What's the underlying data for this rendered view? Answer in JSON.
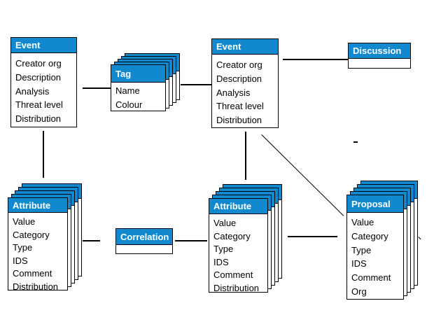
{
  "colors": {
    "header_bg": "#1289ce",
    "header_text": "#ffffff",
    "border": "#000000",
    "body_bg": "#ffffff",
    "connector": "#000000"
  },
  "entities": {
    "event_left": {
      "title": "Event",
      "fields": [
        "Creator org",
        "Description",
        "Analysis",
        "Threat level",
        "Distribution"
      ]
    },
    "tag": {
      "title": "Tag",
      "fields": [
        "Name",
        "Colour"
      ]
    },
    "event_center": {
      "title": "Event",
      "fields": [
        "Creator org",
        "Description",
        "Analysis",
        "Threat level",
        "Distribution"
      ]
    },
    "discussion": {
      "title": "Discussion"
    },
    "attribute_left": {
      "title": "Attribute",
      "fields": [
        "Value",
        "Category",
        "Type",
        "IDS",
        "Comment",
        "Distribution"
      ]
    },
    "correlation": {
      "title": "Correlation"
    },
    "attribute_center": {
      "title": "Attribute",
      "fields": [
        "Value",
        "Category",
        "Type",
        "IDS",
        "Comment",
        "Distribution"
      ]
    },
    "proposal": {
      "title": "Proposal",
      "fields": [
        "Value",
        "Category",
        "Type",
        "IDS",
        "Comment",
        "Org"
      ]
    }
  }
}
